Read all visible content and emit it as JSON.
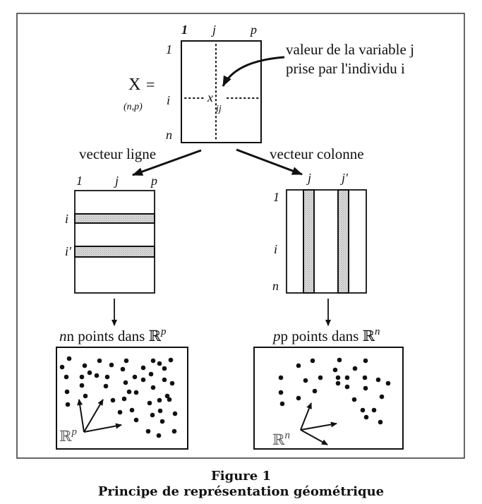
{
  "figure": {
    "caption_number": "Figure 1",
    "caption_title": "Principe de représentation géométrique"
  },
  "matrix": {
    "symbol": "X",
    "equals": "=",
    "dims": "(n,p)",
    "col_labels": [
      "1",
      "j",
      "p"
    ],
    "row_labels": [
      "1",
      "i",
      "n"
    ],
    "element": "x",
    "element_sub": "ij",
    "annotation_line1": "valeur de la variable j",
    "annotation_line2": "prise par l'individu i"
  },
  "row_view": {
    "title": "vecteur ligne",
    "col_labels": [
      "1",
      "j",
      "p"
    ],
    "row_labels": [
      "i",
      "i'"
    ],
    "space_label": "n points dans ",
    "space_symbol": "ℝ",
    "space_exp": "p",
    "axes_symbol": "ℝ",
    "axes_exp": "p"
  },
  "col_view": {
    "title": "vecteur colonne",
    "col_labels": [
      "j",
      "j'"
    ],
    "row_labels": [
      "1",
      "i",
      "n"
    ],
    "space_label": "p points dans ",
    "space_symbol": "ℝ",
    "space_exp": "n",
    "axes_symbol": "ℝ",
    "axes_exp": "n"
  },
  "colors": {
    "ink": "#111111",
    "shade": "#c8c8c8"
  }
}
